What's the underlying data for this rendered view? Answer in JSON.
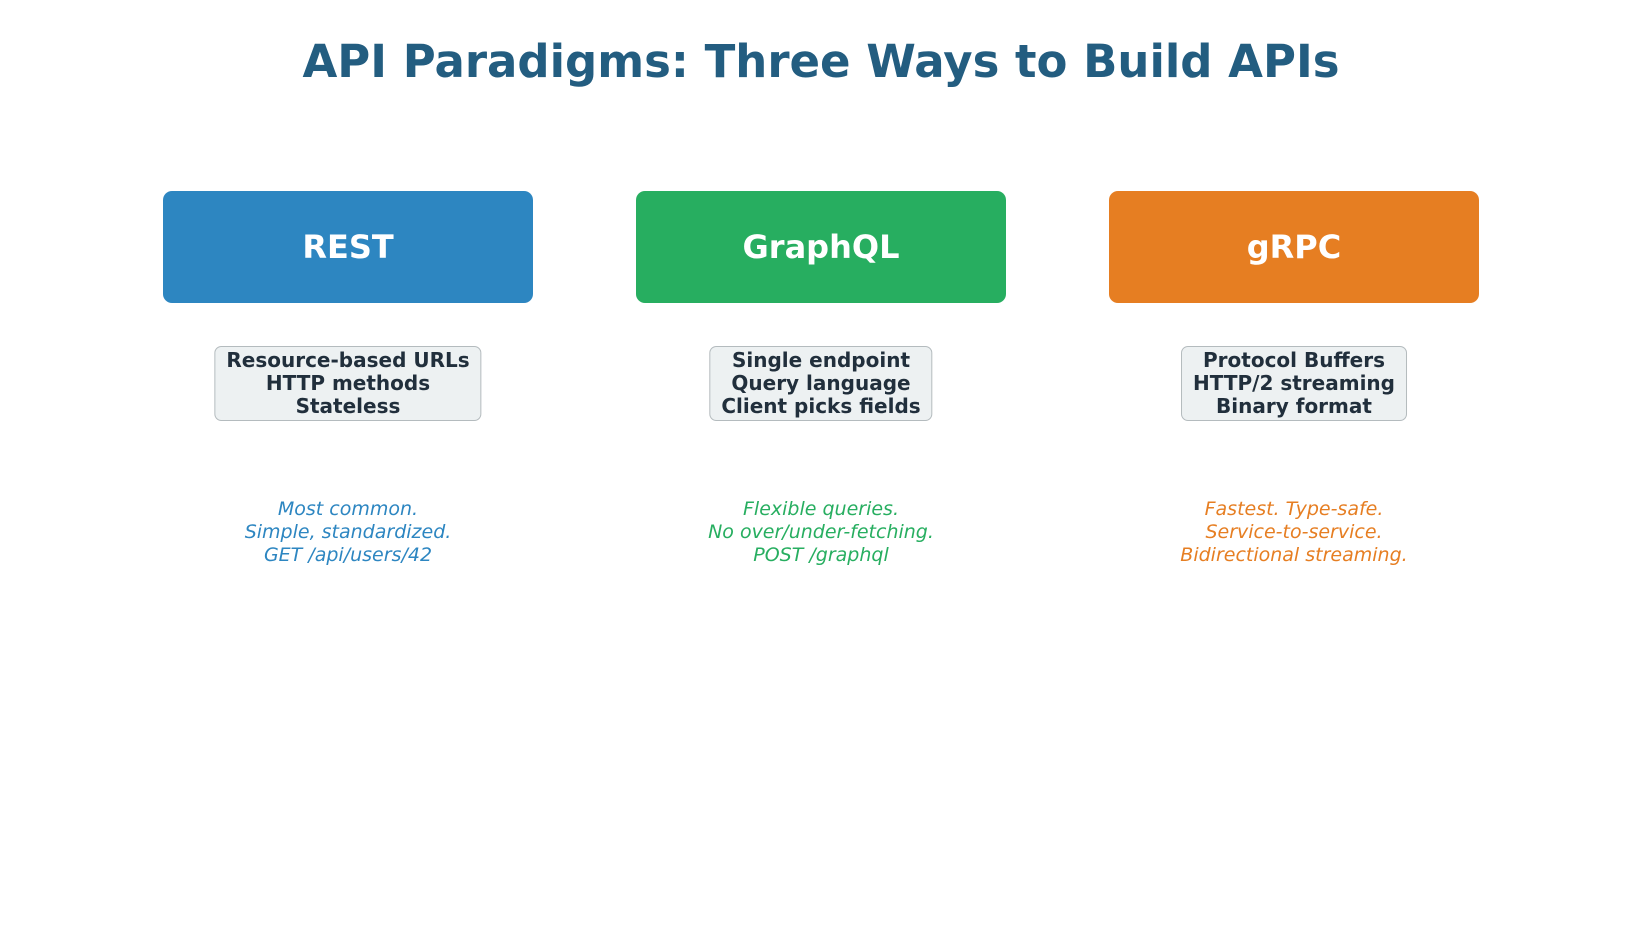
{
  "title": {
    "text": "API Paradigms: Three Ways to Build APIs",
    "color": "#235d80"
  },
  "theme": {
    "background": "#ffffff",
    "feature_box_bg": "#edf1f2",
    "feature_box_border": "#b4bbbe",
    "feature_text_color": "#212f3c"
  },
  "columns": [
    {
      "name": "REST",
      "color": "#2d86c1",
      "features": [
        "Resource-based URLs",
        "HTTP methods",
        "Stateless"
      ],
      "notes": [
        "Most common.",
        "Simple, standardized.",
        "GET /api/users/42"
      ]
    },
    {
      "name": "GraphQL",
      "color": "#27ae60",
      "features": [
        "Single endpoint",
        "Query language",
        "Client picks fields"
      ],
      "notes": [
        "Flexible queries.",
        "No over/under-fetching.",
        "POST /graphql"
      ]
    },
    {
      "name": "gRPC",
      "color": "#e67e22",
      "features": [
        "Protocol Buffers",
        "HTTP/2 streaming",
        "Binary format"
      ],
      "notes": [
        "Fastest. Type-safe.",
        "Service-to-service.",
        "Bidirectional streaming."
      ]
    }
  ]
}
